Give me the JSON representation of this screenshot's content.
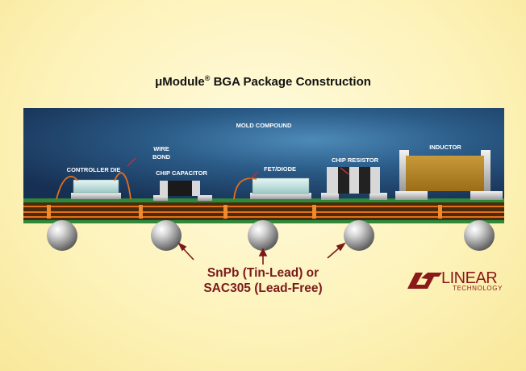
{
  "title_main": "μModule",
  "title_reg": "®",
  "title_rest": " BGA Package Construction",
  "labels": {
    "mold_compound": "MOLD COMPOUND",
    "wire": "WIRE",
    "bond": "BOND",
    "controller_die": "CONTROLLER DIE",
    "chip_capacitor": "CHIP CAPACITOR",
    "fet_diode": "FET/DIODE",
    "chip_resistor": "CHIP RESISTOR",
    "inductor": "INDUCTOR"
  },
  "solder": {
    "line1": "SnPb (Tin-Lead) or",
    "line2": "SAC305 (Lead-Free)"
  },
  "logo": {
    "name": "LINEAR",
    "sub": "TECHNOLOGY"
  },
  "colors": {
    "mold": "#1e3f66",
    "substrate": "#4a2a0a",
    "trace": "#e0701a",
    "solder_mask": "#2e8a3a",
    "inductor": "#b8862a",
    "accent": "#8a1a1a"
  }
}
